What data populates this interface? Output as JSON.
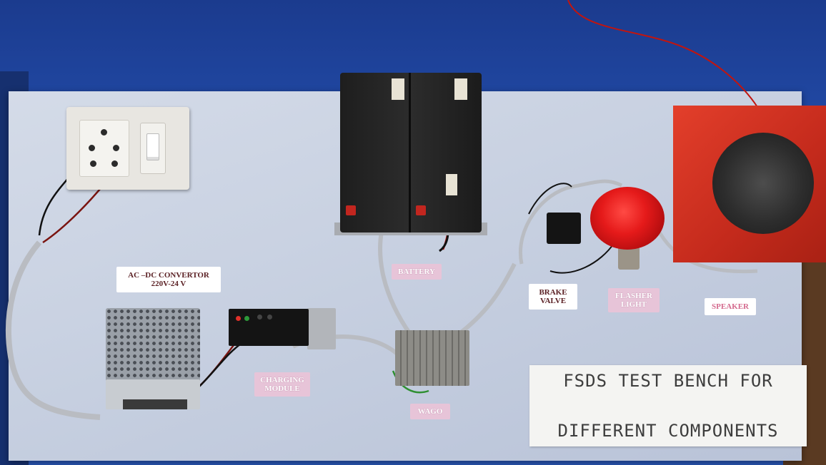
{
  "labels": {
    "converter_line1": "AC –DC CONVERTOR",
    "converter_line2": "220V-24 V",
    "battery": "BATTERY",
    "charging_line1": "CHARGING",
    "charging_line2": "MODULE",
    "wago": "WAGO",
    "brake_line1": "BRAKE",
    "brake_line2": "VALVE",
    "flasher_line1": "FLASHER",
    "flasher_line2": "LIGHT",
    "speaker": "SPEAKER"
  },
  "title": {
    "line1": "FSDS TEST BENCH FOR",
    "line2": "DIFFERENT COMPONENTS"
  },
  "colors": {
    "label_pink": "#e7c4d8",
    "component_red": "#c42a1c",
    "board": "#c6cfe0"
  }
}
